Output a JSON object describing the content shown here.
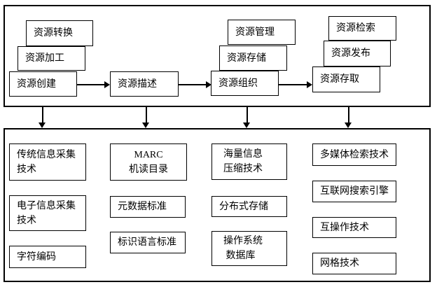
{
  "colors": {
    "border": "#000000",
    "background": "#ffffff",
    "text": "#000000"
  },
  "top_flow": {
    "left_stack": {
      "conversion": "资源转换",
      "processing": "资源加工",
      "creation": "资源创建"
    },
    "description": "资源描述",
    "middle_stack": {
      "management": "资源管理",
      "storage": "资源存储",
      "organization": "资源组织"
    },
    "right_stack": {
      "retrieval": "资源检索",
      "publishing": "资源发布",
      "access": "资源存取"
    }
  },
  "bottom_tech": {
    "col1": [
      "传统信息采集\n技术",
      "电子信息采集\n技术",
      "字符编码"
    ],
    "col2": [
      "MARC\n机读目录",
      "元数据标准",
      "标识语言标准"
    ],
    "col3": [
      "海量信息\n压缩技术",
      "分布式存储",
      "操作系统\n 数据库"
    ],
    "col4": [
      "多媒体检索技术",
      "互联网搜索引擎",
      "互操作技术",
      "网格技术"
    ]
  }
}
